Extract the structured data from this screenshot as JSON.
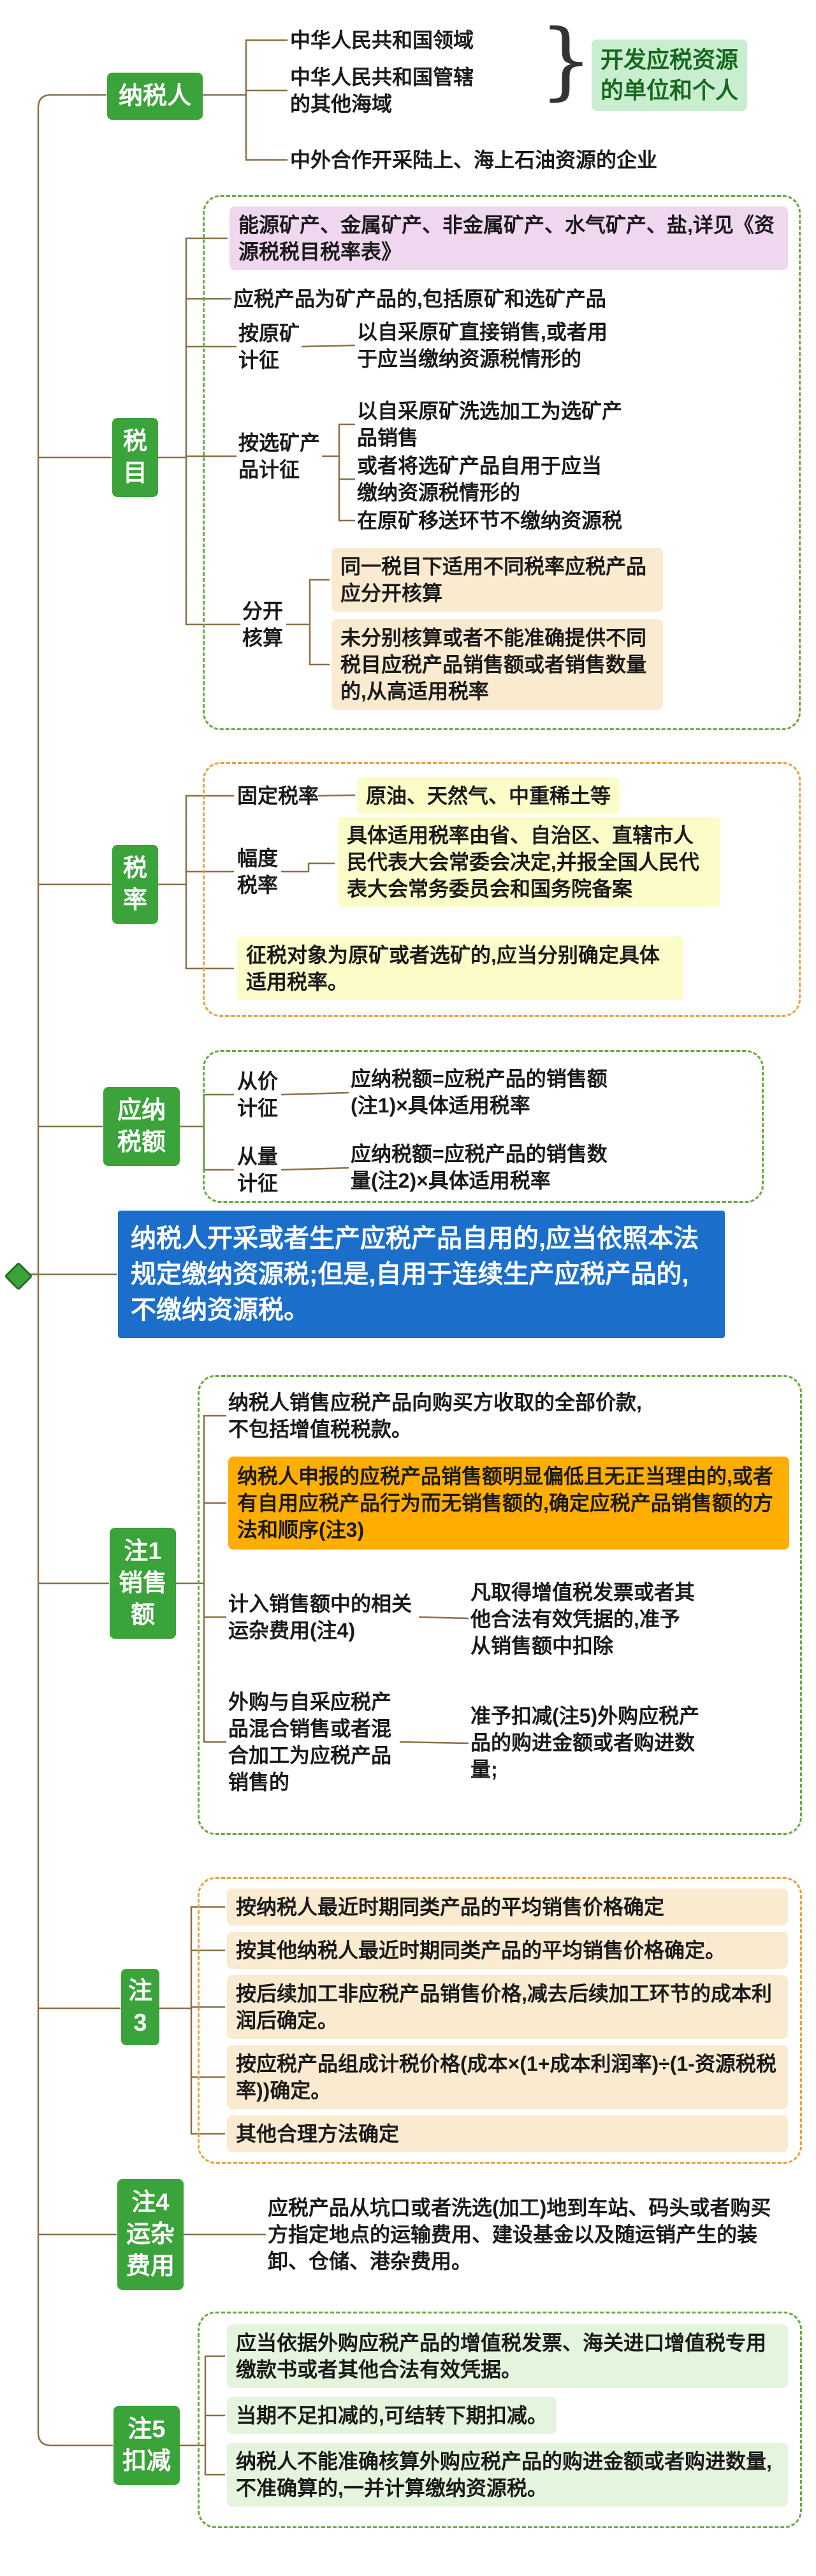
{
  "taxpayer": {
    "label": "纳税人",
    "territory": "中华人民共和国领域",
    "sea": "中华人民共和国管辖的其他海域",
    "brace": "}",
    "result": "开发应税资源的单位和个人",
    "cooperation": "中外合作开采陆上、海上石油资源的企业"
  },
  "items": {
    "label": "税目",
    "scope": "能源矿产、金属矿产、非金属矿产、水气矿产、盐,详见《资源税税目税率表》",
    "mineral": "应税产品为矿产品的,包括原矿和选矿产品",
    "raw_label": "按原矿计征",
    "raw_detail": "以自采原矿直接销售,或者用于应当缴纳资源税情形的",
    "dressed_label": "按选矿产品计征",
    "dressed_details": [
      "以自采原矿洗选加工为选矿产品销售",
      "或者将选矿产品自用于应当缴纳资源税情形的",
      "在原矿移送环节不缴纳资源税"
    ],
    "separate_label": "分开核算",
    "separate_details": [
      "同一税目下适用不同税率应税产品应分开核算",
      "未分别核算或者不能准确提供不同税目应税产品销售额或者销售数量的,从高适用税率"
    ]
  },
  "rate": {
    "label": "税率",
    "fixed_label": "固定税率",
    "fixed_value": "原油、天然气、中重稀土等",
    "range_label": "幅度税率",
    "range_detail": "具体适用税率由省、自治区、直辖市人民代表大会常委会决定,并报全国人民代表大会常务委员会和国务院备案",
    "object_note": "征税对象为原矿或者选矿的,应当分别确定具体适用税率。"
  },
  "amount": {
    "label": "应纳税额",
    "advalorem_label": "从价计征",
    "advalorem_formula": "应纳税额=应税产品的销售额(注1)×具体适用税率",
    "specific_label": "从量计征",
    "specific_formula": "应纳税额=应税产品的销售数量(注2)×具体适用税率"
  },
  "self_use": {
    "text": "纳税人开采或者生产应税产品自用的,应当依照本法规定缴纳资源税;但是,自用于连续生产应税产品的,不缴纳资源税。"
  },
  "note1": {
    "label": "注1销售额",
    "definition": "纳税人销售应税产品向购买方收取的全部价款,不包括增值税税款。",
    "low_price": "纳税人申报的应税产品销售额明显偏低且无正当理由的,或者有自用应税产品行为而无销售额的,确定应税产品销售额的方法和顺序(注3)",
    "freight_label": "计入销售额中的相关运杂费用(注4)",
    "freight_detail": "凡取得增值税发票或者其他合法有效凭据的,准予从销售额中扣除",
    "mixed_label": "外购与自采应税产品混合销售或者混合加工为应税产品销售的",
    "mixed_detail": "准予扣减(注5)外购应税产品的购进金额或者购进数量;"
  },
  "note3": {
    "label": "注3",
    "methods": [
      "按纳税人最近时期同类产品的平均销售价格确定",
      "按其他纳税人最近时期同类产品的平均销售价格确定。",
      "按后续加工非应税产品销售价格,减去后续加工环节的成本利润后确定。",
      "按应税产品组成计税价格(成本×(1+成本利润率)÷(1-资源税税率))确定。",
      "其他合理方法确定"
    ]
  },
  "note4": {
    "label": "注4运杂费用",
    "definition": "应税产品从坑口或者洗选(加工)地到车站、码头或者购买方指定地点的运输费用、建设基金以及随运销产生的装卸、仓储、港杂费用。"
  },
  "note5": {
    "label": "注5扣减",
    "items": [
      "应当依据外购应税产品的增值税发票、海关进口增值税专用缴款书或者其他合法有效凭据。",
      "当期不足扣减的,可结转下期扣减。",
      "纳税人不能准确核算外购应税产品的购进金额或者购进数量,不准确算的,一并计算缴纳资源税。"
    ]
  },
  "colors": {
    "branch_green": "#3aa33a",
    "result_highlight": "#c9edcf",
    "pink_highlight": "#efd7ef",
    "yellow_highlight": "#fcfcc9",
    "tan_highlight": "#f9ead0",
    "orange_highlight": "#ffae00",
    "mint_highlight": "#e4f4dd",
    "blue_box": "#1b6fcb",
    "connector": "#8a7045",
    "dashed_green": "#69a93f",
    "dashed_orange": "#e8a33d"
  }
}
